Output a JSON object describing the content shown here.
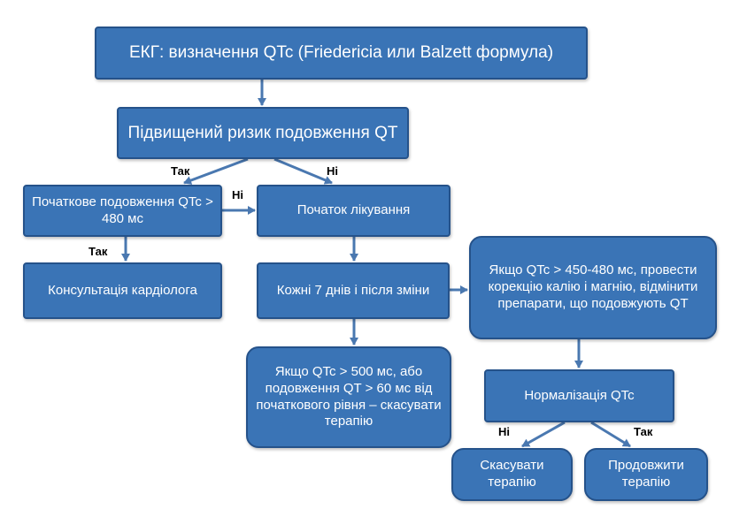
{
  "nodes": {
    "ecg": "ЕКГ: визначення QTc (Friedericia или Balzett формула)",
    "risk": "Підвищений ризик подовження QT",
    "initial_prolongation": "Початкове подовження QTc > 480 мс",
    "start_treatment": "Початок лікування",
    "consult": "Консультація кардіолога",
    "every7days": "Кожні 7 днів і після зміни",
    "if450": "Якщо QTc > 450-480 мс, провести корекцію калію і магнію, відмінити препарати, що подовжують QT",
    "if500": "Якщо QTc > 500 мс, або подовження QT > 60 мс від початкового рівня – скасувати терапію",
    "normalization": "Нормалізація QTc",
    "cancel": "Скасувати терапію",
    "continue": "Продовжити терапію"
  },
  "edge_labels": {
    "yes": "Так",
    "no": "Ні"
  },
  "colors": {
    "box_fill": "#3a74b6",
    "box_border": "#25528a",
    "arrow": "#4a78b0",
    "text": "#ffffff"
  }
}
